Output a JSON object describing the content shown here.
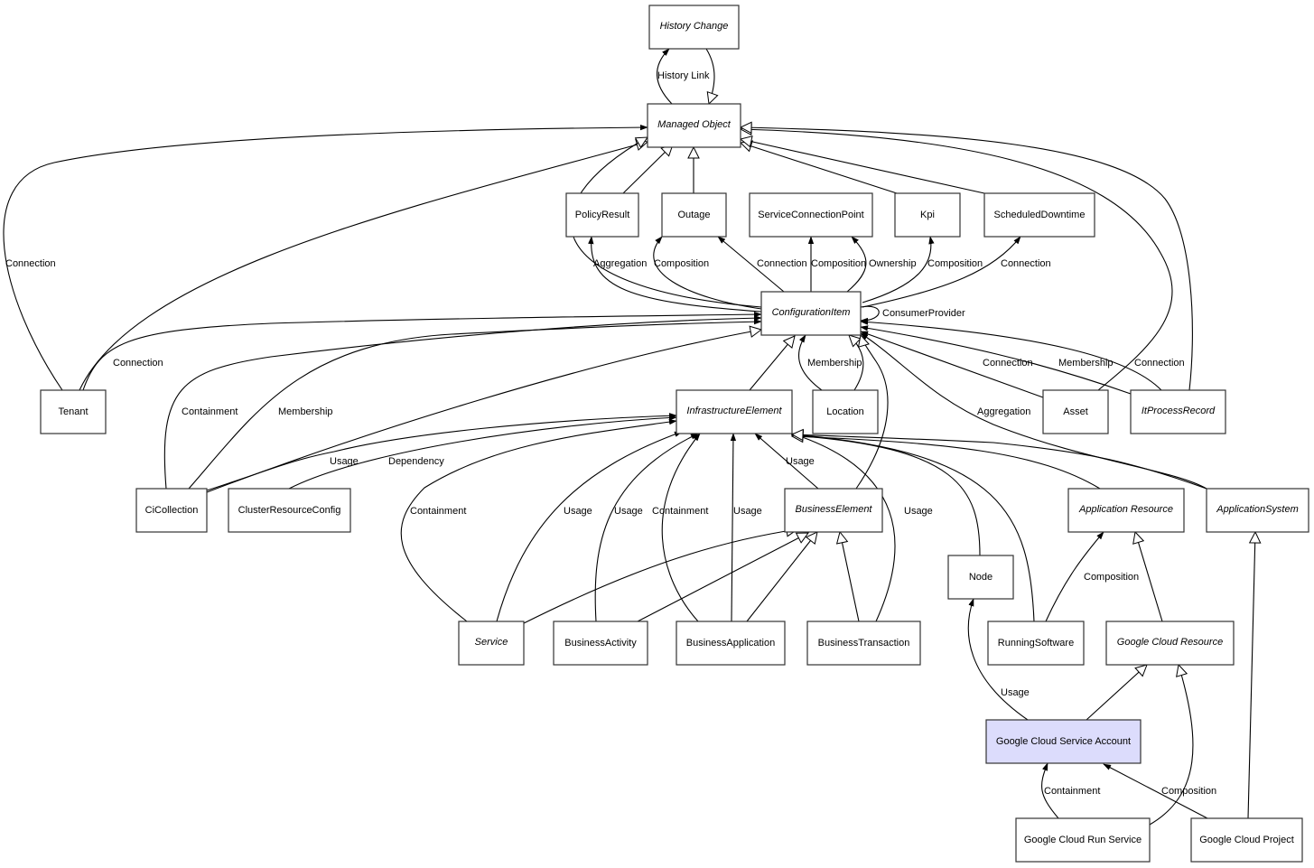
{
  "diagram": {
    "type": "uml-class-relationship-diagram",
    "highlighted_node": "Google Cloud Service Account",
    "highlight_color": "#dcdcfc",
    "nodes": [
      {
        "id": "history_change",
        "label": "History Change",
        "abstract": true
      },
      {
        "id": "managed_object",
        "label": "Managed Object",
        "abstract": true
      },
      {
        "id": "policy_result",
        "label": "PolicyResult",
        "abstract": false
      },
      {
        "id": "outage",
        "label": "Outage",
        "abstract": false
      },
      {
        "id": "service_connection_point",
        "label": "ServiceConnectionPoint",
        "abstract": false
      },
      {
        "id": "kpi",
        "label": "Kpi",
        "abstract": false
      },
      {
        "id": "scheduled_downtime",
        "label": "ScheduledDowntime",
        "abstract": false
      },
      {
        "id": "configuration_item",
        "label": "ConfigurationItem",
        "abstract": true
      },
      {
        "id": "tenant",
        "label": "Tenant",
        "abstract": false
      },
      {
        "id": "infrastructure_element",
        "label": "InfrastructureElement",
        "abstract": true
      },
      {
        "id": "location",
        "label": "Location",
        "abstract": false
      },
      {
        "id": "asset",
        "label": "Asset",
        "abstract": false
      },
      {
        "id": "it_process_record",
        "label": "ItProcessRecord",
        "abstract": true
      },
      {
        "id": "ci_collection",
        "label": "CiCollection",
        "abstract": false
      },
      {
        "id": "cluster_resource_config",
        "label": "ClusterResourceConfig",
        "abstract": false
      },
      {
        "id": "business_element",
        "label": "BusinessElement",
        "abstract": true
      },
      {
        "id": "application_resource",
        "label": "Application Resource",
        "abstract": true
      },
      {
        "id": "application_system",
        "label": "ApplicationSystem",
        "abstract": true
      },
      {
        "id": "node",
        "label": "Node",
        "abstract": false
      },
      {
        "id": "service",
        "label": "Service",
        "abstract": true
      },
      {
        "id": "business_activity",
        "label": "BusinessActivity",
        "abstract": false
      },
      {
        "id": "business_application",
        "label": "BusinessApplication",
        "abstract": false
      },
      {
        "id": "business_transaction",
        "label": "BusinessTransaction",
        "abstract": false
      },
      {
        "id": "running_software",
        "label": "RunningSoftware",
        "abstract": false
      },
      {
        "id": "google_cloud_resource",
        "label": "Google Cloud Resource",
        "abstract": true
      },
      {
        "id": "google_cloud_service_account",
        "label": "Google Cloud Service Account",
        "abstract": false
      },
      {
        "id": "google_cloud_run_service",
        "label": "Google Cloud Run Service",
        "abstract": false
      },
      {
        "id": "google_cloud_project",
        "label": "Google Cloud Project",
        "abstract": false
      }
    ],
    "edges": [
      {
        "from": "managed_object",
        "to": "history_change",
        "kind": "association",
        "label": "History Link"
      },
      {
        "from": "history_change",
        "to": "managed_object",
        "kind": "generalization",
        "label": ""
      },
      {
        "from": "tenant",
        "to": "managed_object",
        "kind": "association",
        "label": "Connection"
      },
      {
        "from": "tenant",
        "to": "managed_object",
        "kind": "generalization",
        "label": ""
      },
      {
        "from": "configuration_item",
        "to": "managed_object",
        "kind": "generalization",
        "label": ""
      },
      {
        "from": "policy_result",
        "to": "managed_object",
        "kind": "generalization",
        "label": ""
      },
      {
        "from": "outage",
        "to": "managed_object",
        "kind": "generalization",
        "label": ""
      },
      {
        "from": "kpi",
        "to": "managed_object",
        "kind": "generalization",
        "label": ""
      },
      {
        "from": "scheduled_downtime",
        "to": "managed_object",
        "kind": "generalization",
        "label": ""
      },
      {
        "from": "asset",
        "to": "managed_object",
        "kind": "generalization",
        "label": ""
      },
      {
        "from": "it_process_record",
        "to": "managed_object",
        "kind": "generalization",
        "label": ""
      },
      {
        "from": "configuration_item",
        "to": "policy_result",
        "kind": "association",
        "label": "Aggregation"
      },
      {
        "from": "configuration_item",
        "to": "outage",
        "kind": "association",
        "label": "Composition"
      },
      {
        "from": "configuration_item",
        "to": "outage",
        "kind": "association",
        "label": "Connection"
      },
      {
        "from": "configuration_item",
        "to": "service_connection_point",
        "kind": "association",
        "label": "Composition"
      },
      {
        "from": "configuration_item",
        "to": "service_connection_point",
        "kind": "association",
        "label": "Ownership"
      },
      {
        "from": "configuration_item",
        "to": "kpi",
        "kind": "association",
        "label": "Composition"
      },
      {
        "from": "configuration_item",
        "to": "scheduled_downtime",
        "kind": "association",
        "label": "Connection"
      },
      {
        "from": "configuration_item",
        "to": "configuration_item",
        "kind": "association",
        "label": "ConsumerProvider"
      },
      {
        "from": "tenant",
        "to": "configuration_item",
        "kind": "association",
        "label": "Connection"
      },
      {
        "from": "ci_collection",
        "to": "configuration_item",
        "kind": "association",
        "label": "Containment"
      },
      {
        "from": "ci_collection",
        "to": "configuration_item",
        "kind": "association",
        "label": "Membership"
      },
      {
        "from": "ci_collection",
        "to": "configuration_item",
        "kind": "generalization",
        "label": ""
      },
      {
        "from": "infrastructure_element",
        "to": "configuration_item",
        "kind": "generalization",
        "label": ""
      },
      {
        "from": "location",
        "to": "configuration_item",
        "kind": "association",
        "label": "Membership"
      },
      {
        "from": "location",
        "to": "configuration_item",
        "kind": "generalization",
        "label": ""
      },
      {
        "from": "business_element",
        "to": "configuration_item",
        "kind": "generalization",
        "label": ""
      },
      {
        "from": "asset",
        "to": "configuration_item",
        "kind": "association",
        "label": "Connection"
      },
      {
        "from": "it_process_record",
        "to": "configuration_item",
        "kind": "association",
        "label": "Membership"
      },
      {
        "from": "it_process_record",
        "to": "configuration_item",
        "kind": "association",
        "label": "Connection"
      },
      {
        "from": "application_system",
        "to": "configuration_item",
        "kind": "association",
        "label": "Aggregation"
      },
      {
        "from": "ci_collection",
        "to": "infrastructure_element",
        "kind": "association",
        "label": "Usage"
      },
      {
        "from": "cluster_resource_config",
        "to": "infrastructure_element",
        "kind": "association",
        "label": "Dependency"
      },
      {
        "from": "service",
        "to": "infrastructure_element",
        "kind": "association",
        "label": "Containment"
      },
      {
        "from": "service",
        "to": "infrastructure_element",
        "kind": "association",
        "label": "Usage"
      },
      {
        "from": "business_activity",
        "to": "infrastructure_element",
        "kind": "association",
        "label": "Usage"
      },
      {
        "from": "business_application",
        "to": "infrastructure_element",
        "kind": "association",
        "label": "Containment"
      },
      {
        "from": "business_application",
        "to": "infrastructure_element",
        "kind": "association",
        "label": "Usage"
      },
      {
        "from": "business_element",
        "to": "infrastructure_element",
        "kind": "association",
        "label": "Usage"
      },
      {
        "from": "business_transaction",
        "to": "infrastructure_element",
        "kind": "association",
        "label": "Usage"
      },
      {
        "from": "node",
        "to": "infrastructure_element",
        "kind": "generalization",
        "label": ""
      },
      {
        "from": "running_software",
        "to": "infrastructure_element",
        "kind": "generalization",
        "label": ""
      },
      {
        "from": "application_resource",
        "to": "infrastructure_element",
        "kind": "generalization",
        "label": ""
      },
      {
        "from": "application_system",
        "to": "infrastructure_element",
        "kind": "generalization",
        "label": ""
      },
      {
        "from": "service",
        "to": "business_element",
        "kind": "generalization",
        "label": ""
      },
      {
        "from": "business_activity",
        "to": "business_element",
        "kind": "generalization",
        "label": ""
      },
      {
        "from": "business_application",
        "to": "business_element",
        "kind": "generalization",
        "label": ""
      },
      {
        "from": "business_transaction",
        "to": "business_element",
        "kind": "generalization",
        "label": ""
      },
      {
        "from": "running_software",
        "to": "application_resource",
        "kind": "association",
        "label": "Composition"
      },
      {
        "from": "google_cloud_resource",
        "to": "application_resource",
        "kind": "generalization",
        "label": ""
      },
      {
        "from": "google_cloud_project",
        "to": "application_system",
        "kind": "generalization",
        "label": ""
      },
      {
        "from": "google_cloud_service_account",
        "to": "node",
        "kind": "association",
        "label": "Usage"
      },
      {
        "from": "google_cloud_service_account",
        "to": "google_cloud_resource",
        "kind": "generalization",
        "label": ""
      },
      {
        "from": "google_cloud_run_service",
        "to": "google_cloud_resource",
        "kind": "generalization",
        "label": ""
      },
      {
        "from": "google_cloud_run_service",
        "to": "google_cloud_service_account",
        "kind": "association",
        "label": "Containment"
      },
      {
        "from": "google_cloud_project",
        "to": "google_cloud_service_account",
        "kind": "association",
        "label": "Composition"
      }
    ]
  }
}
